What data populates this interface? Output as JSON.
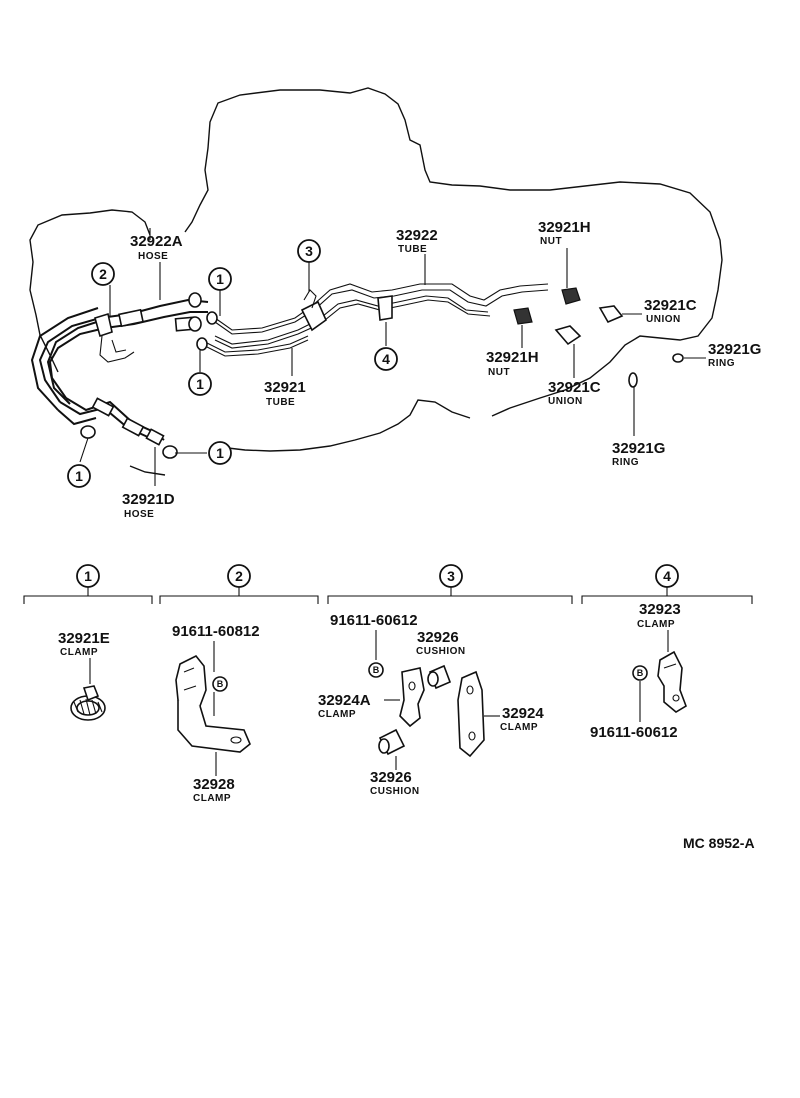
{
  "callouts": {
    "hose_32922A": {
      "number": "32922A",
      "name": "HOSE"
    },
    "tube_32922": {
      "number": "32922",
      "name": "TUBE"
    },
    "nut_32921H_top": {
      "number": "32921H",
      "name": "NUT"
    },
    "union_32921C_right": {
      "number": "32921C",
      "name": "UNION"
    },
    "ring_32921G_right": {
      "number": "32921G",
      "name": "RING"
    },
    "nut_32921H_lower": {
      "number": "32921H",
      "name": "NUT"
    },
    "union_32921C_lower": {
      "number": "32921C",
      "name": "UNION"
    },
    "ring_32921G_lower": {
      "number": "32921G",
      "name": "RING"
    },
    "tube_32921": {
      "number": "32921",
      "name": "TUBE"
    },
    "hose_32921D": {
      "number": "32921D",
      "name": "HOSE"
    }
  },
  "markers": {
    "one": "1",
    "two": "2",
    "three": "3",
    "four": "4"
  },
  "groups": {
    "g1": {
      "marker": "1",
      "clamp": {
        "number": "32921E",
        "name": "CLAMP"
      }
    },
    "g2": {
      "marker": "2",
      "bolt": "91611-60812",
      "bolt_symbol": "B",
      "clamp": {
        "number": "32928",
        "name": "CLAMP"
      }
    },
    "g3": {
      "marker": "3",
      "bolt": "91611-60612",
      "bolt_symbol": "B",
      "cushion_top": {
        "number": "32926",
        "name": "CUSHION"
      },
      "clamp_a": {
        "number": "32924A",
        "name": "CLAMP"
      },
      "clamp": {
        "number": "32924",
        "name": "CLAMP"
      },
      "cushion_bottom": {
        "number": "32926",
        "name": "CUSHION"
      }
    },
    "g4": {
      "marker": "4",
      "clamp": {
        "number": "32923",
        "name": "CLAMP"
      },
      "bolt_symbol": "B",
      "bolt": "91611-60612"
    }
  },
  "figure_code": "MC  8952-A"
}
